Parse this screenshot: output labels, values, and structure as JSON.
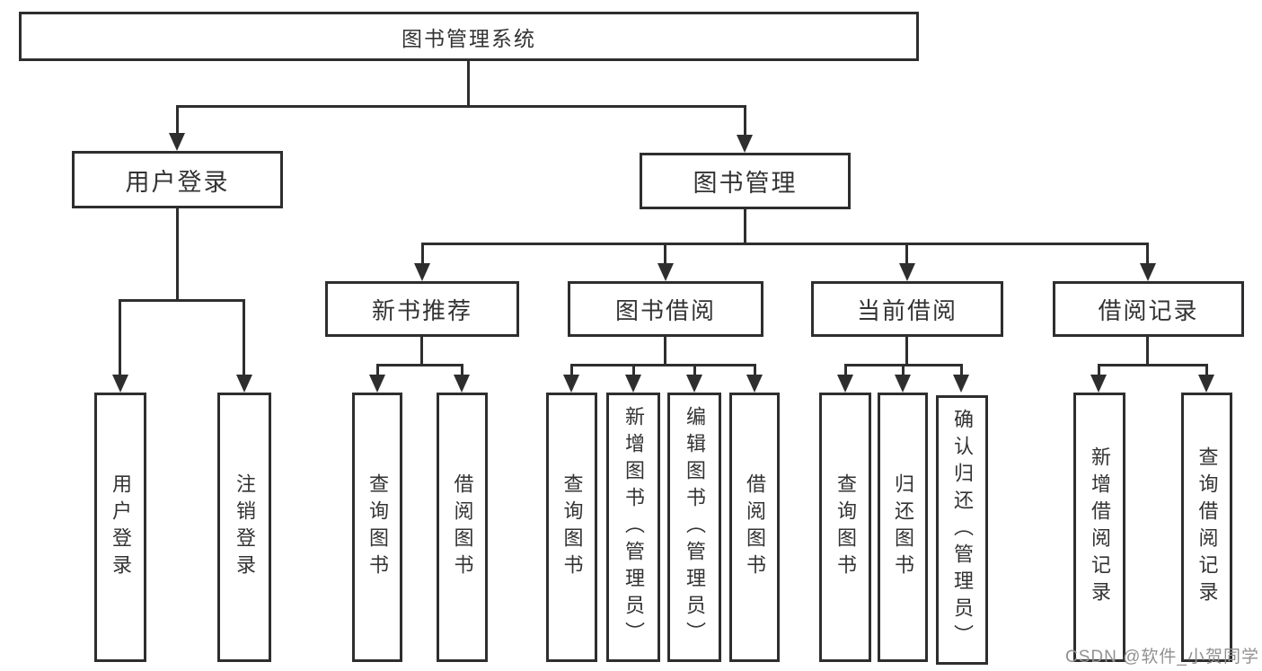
{
  "diagram_type": "hierarchy-tree",
  "tree": {
    "label": "图书管理系统",
    "children": [
      {
        "label": "用户登录",
        "children": [
          {
            "label": "用户登录"
          },
          {
            "label": "注销登录"
          }
        ]
      },
      {
        "label": "图书管理",
        "children": [
          {
            "label": "新书推荐",
            "children": [
              {
                "label": "查询图书"
              },
              {
                "label": "借阅图书"
              }
            ]
          },
          {
            "label": "图书借阅",
            "children": [
              {
                "label": "查询图书"
              },
              {
                "label": "新增图书（管理员）"
              },
              {
                "label": "编辑图书（管理员）"
              },
              {
                "label": "借阅图书"
              }
            ]
          },
          {
            "label": "当前借阅",
            "children": [
              {
                "label": "查询图书"
              },
              {
                "label": "归还图书"
              },
              {
                "label": "确认归还（管理员）"
              }
            ]
          },
          {
            "label": "借阅记录",
            "children": [
              {
                "label": "新增借阅记录"
              },
              {
                "label": "查询借阅记录"
              }
            ]
          }
        ]
      }
    ]
  },
  "watermark": {
    "text": "CSDN @软件_小贺同学"
  },
  "colors": {
    "line": "#2e2e2e",
    "text": "#333333",
    "background": "#ffffff",
    "watermark": "#919191"
  }
}
